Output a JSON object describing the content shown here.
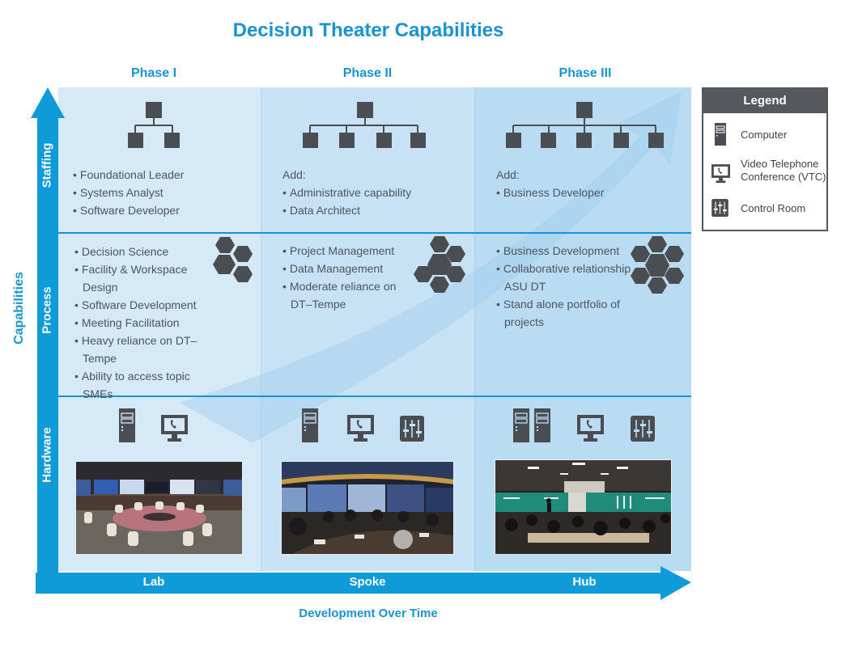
{
  "title": "Decision Theater Capabilities",
  "phases": [
    "Phase I",
    "Phase II",
    "Phase III"
  ],
  "y_axis": {
    "label": "Capabilities",
    "rows": [
      "Staffing",
      "Process",
      "Hardware"
    ]
  },
  "x_axis": {
    "label": "Development Over Time",
    "stages": [
      "Lab",
      "Spoke",
      "Hub"
    ]
  },
  "staffing": [
    {
      "org_chart_subordinates": 2,
      "prefix": "",
      "items": [
        "Foundational Leader",
        "Systems Analyst",
        "Software Developer"
      ]
    },
    {
      "org_chart_subordinates": 4,
      "prefix": "Add:",
      "items": [
        "Administrative capability",
        "Data Architect"
      ]
    },
    {
      "org_chart_subordinates": 5,
      "prefix": "Add:",
      "items": [
        "Business Developer"
      ]
    }
  ],
  "process": [
    {
      "hexagons": 4,
      "items": [
        "Decision Science",
        "Facility & Workspace Design",
        "Software Development",
        "Meeting Facilitation",
        "Heavy reliance on DT–Tempe",
        "Ability to access topic SMEs"
      ]
    },
    {
      "hexagons": 6,
      "items": [
        "Project Management",
        "Data Management",
        "Moderate reliance on DT–Tempe"
      ]
    },
    {
      "hexagons": 7,
      "items": [
        "Business Development",
        "Collaborative relationship ASU DT",
        "Stand alone portfolio of projects"
      ]
    }
  ],
  "hardware": [
    {
      "computers": 1,
      "vtc": 1,
      "control_room": 0,
      "photo": "Lab room with round table and wall of displays"
    },
    {
      "computers": 1,
      "vtc": 1,
      "control_room": 1,
      "photo": "Spoke room with meeting around curved display wall"
    },
    {
      "computers": 2,
      "vtc": 1,
      "control_room": 1,
      "photo": "Hub room with presenter and audience before green display wall"
    }
  ],
  "legend": {
    "title": "Legend",
    "items": [
      {
        "icon": "computer-icon",
        "label": "Computer"
      },
      {
        "icon": "vtc-icon",
        "label": "Video Telephone Conference (VTC)"
      },
      {
        "icon": "control-room-icon",
        "label": "Control Room"
      }
    ]
  },
  "colors": {
    "accent": "#1a93cf",
    "icon": "#4a4d52",
    "text": "#4b5560"
  }
}
